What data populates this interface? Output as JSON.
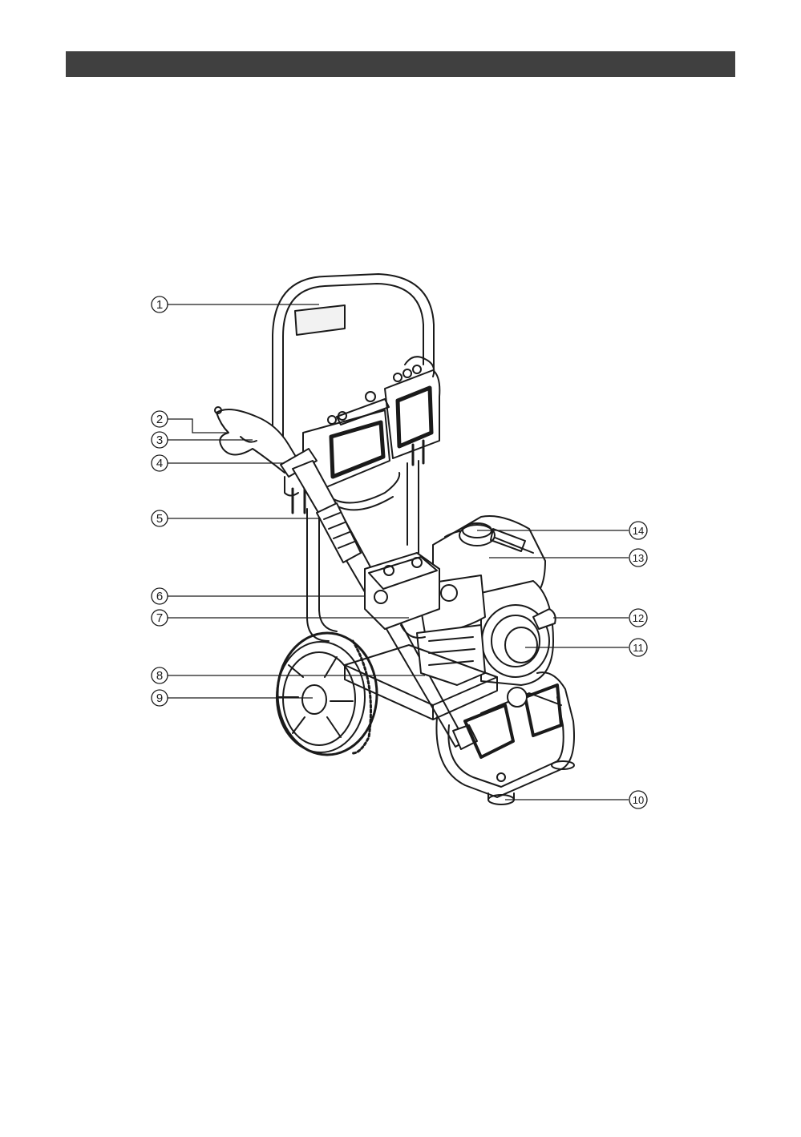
{
  "header": {
    "color": "#404040"
  },
  "diagram": {
    "subject": "pressure washer parts diagram",
    "line_color": "#1a1a1a",
    "callouts": [
      {
        "number": "1"
      },
      {
        "number": "2"
      },
      {
        "number": "3"
      },
      {
        "number": "4"
      },
      {
        "number": "5"
      },
      {
        "number": "6"
      },
      {
        "number": "7"
      },
      {
        "number": "8"
      },
      {
        "number": "9"
      },
      {
        "number": "10"
      },
      {
        "number": "11"
      },
      {
        "number": "12"
      },
      {
        "number": "13"
      },
      {
        "number": "14"
      }
    ]
  }
}
